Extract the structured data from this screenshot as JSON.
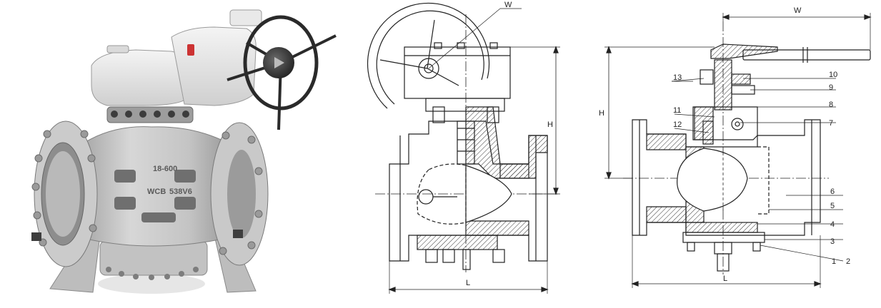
{
  "photo": {
    "cast_marks": [
      "18-600",
      "WCB",
      "538V6"
    ]
  },
  "drawing_left": {
    "dims": {
      "w": "W",
      "h": "H",
      "l": "L"
    }
  },
  "drawing_right": {
    "dims": {
      "w": "W",
      "h": "H",
      "l": "L"
    },
    "parts": [
      "1",
      "2",
      "3",
      "4",
      "5",
      "6",
      "7",
      "8",
      "9",
      "10",
      "11",
      "12",
      "13"
    ]
  }
}
